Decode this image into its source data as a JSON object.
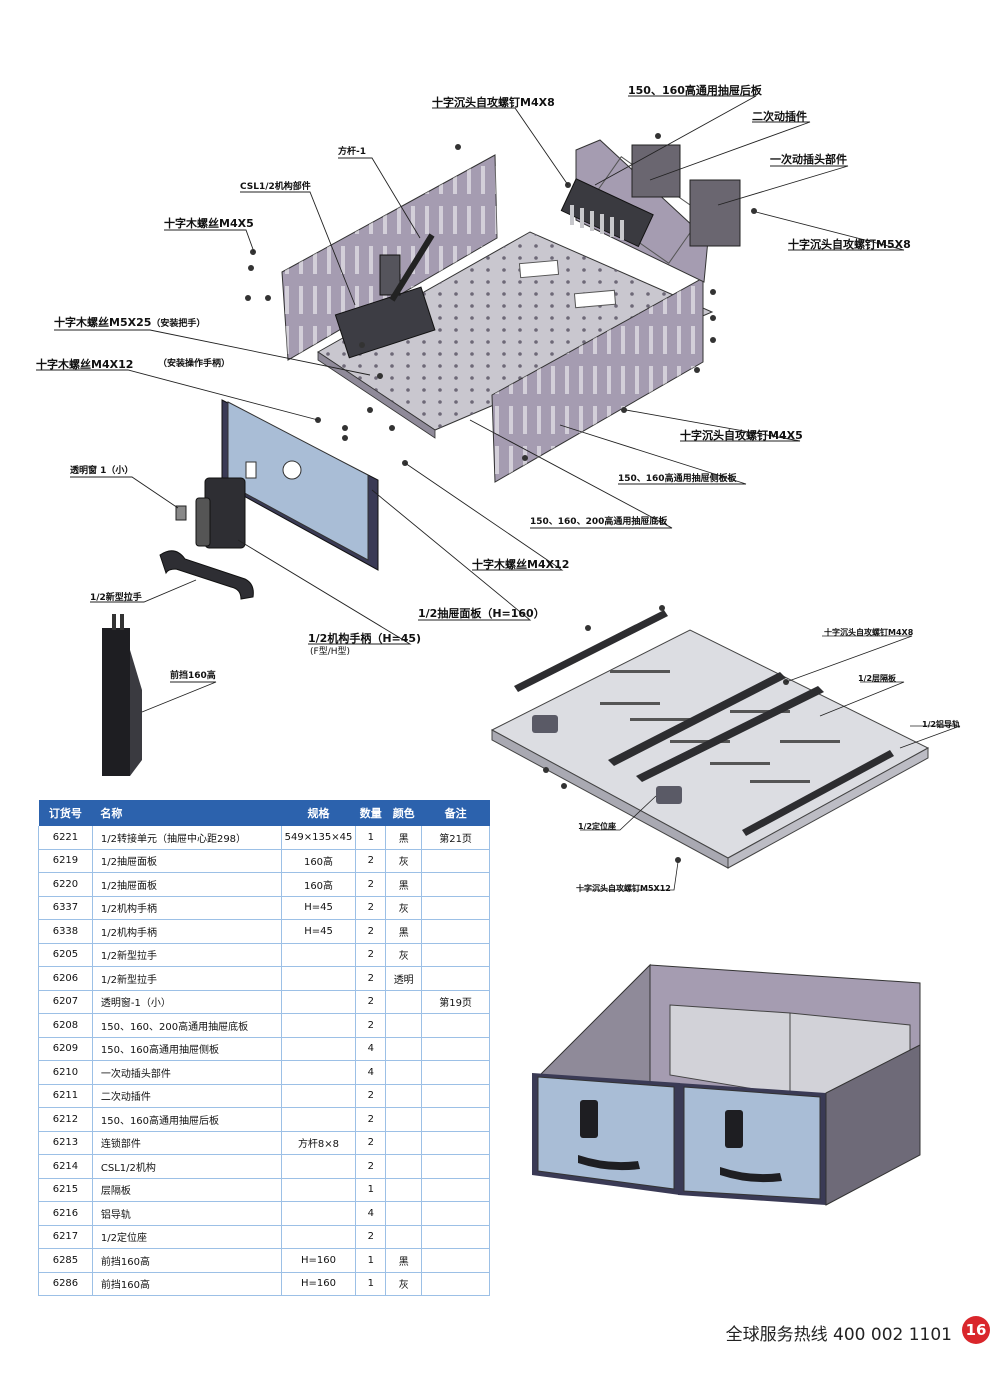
{
  "diagram_labels": {
    "screw_m4x8_top": "十字沉头自攻螺钉M4X8",
    "back_panel": "150、160高通用抽屉后板",
    "secondary_plugin": "二次动插件",
    "primary_plug": "一次动插头部件",
    "bar_1": "方杆-1",
    "csl_mech": "CSL1/2机构部件",
    "wood_screw_m4x5": "十字木螺丝M4X5",
    "screw_m5x8": "十字沉头自攻螺钉M5X8",
    "wood_screw_m5x25": "十字木螺丝M5X25",
    "m5x25_note": "（安装把手）",
    "wood_screw_m4x12_left": "十字木螺丝M4X12",
    "m4x12_note": "（安装操作手柄）",
    "screw_m4x5": "十字沉头自攻螺钉M4X5",
    "window": "透明窗 1（小）",
    "side_panel": "150、160高通用抽屉侧板板",
    "bottom_panel": "150、160、200高通用抽屉底板",
    "wood_screw_m4x12_right": "十字木螺丝M4X12",
    "new_handle": "1/2新型拉手",
    "drawer_panel": "1/2抽屉面板（H=160）",
    "mech_handle": "1/2机构手柄（H=45)",
    "mech_handle_type": "(F型/H型)",
    "front_stop": "前挡160高",
    "sub_screw_m4x8": "十字沉头自攻螺钉M4X8",
    "sub_partition": "1/2层隔板",
    "sub_rail": "1/2铝导轨",
    "sub_locator": "1/2定位座",
    "sub_screw_m5x12": "十字沉头自攻螺钉M5X12"
  },
  "table": {
    "headers": [
      "订货号",
      "名称",
      "规格",
      "数量",
      "颜色",
      "备注"
    ],
    "rows": [
      [
        "6221",
        "1/2转接单元（抽屉中心距298）",
        "549×135×45",
        "1",
        "黑",
        "第21页"
      ],
      [
        "6219",
        "1/2抽屉面板",
        "160高",
        "2",
        "灰",
        ""
      ],
      [
        "6220",
        "1/2抽屉面板",
        "160高",
        "2",
        "黑",
        ""
      ],
      [
        "6337",
        "1/2机构手柄",
        "H=45",
        "2",
        "灰",
        ""
      ],
      [
        "6338",
        "1/2机构手柄",
        "H=45",
        "2",
        "黑",
        ""
      ],
      [
        "6205",
        "1/2新型拉手",
        "",
        "2",
        "灰",
        ""
      ],
      [
        "6206",
        "1/2新型拉手",
        "",
        "2",
        "透明",
        ""
      ],
      [
        "6207",
        "透明窗-1（小）",
        "",
        "2",
        "",
        "第19页"
      ],
      [
        "6208",
        "150、160、200高通用抽屉底板",
        "",
        "2",
        "",
        ""
      ],
      [
        "6209",
        "150、160高通用抽屉侧板",
        "",
        "4",
        "",
        ""
      ],
      [
        "6210",
        "一次动插头部件",
        "",
        "4",
        "",
        ""
      ],
      [
        "6211",
        "二次动插件",
        "",
        "2",
        "",
        ""
      ],
      [
        "6212",
        "150、160高通用抽屉后板",
        "",
        "2",
        "",
        ""
      ],
      [
        "6213",
        "连锁部件",
        "方杆8×8",
        "2",
        "",
        ""
      ],
      [
        "6214",
        "CSL1/2机构",
        "",
        "2",
        "",
        ""
      ],
      [
        "6215",
        "层隔板",
        "",
        "1",
        "",
        ""
      ],
      [
        "6216",
        "铝导轨",
        "",
        "4",
        "",
        ""
      ],
      [
        "6217",
        "1/2定位座",
        "",
        "2",
        "",
        ""
      ],
      [
        "6285",
        "前挡160高",
        "H=160",
        "1",
        "黑",
        ""
      ],
      [
        "6286",
        "前挡160高",
        "H=160",
        "1",
        "灰",
        ""
      ]
    ]
  },
  "footer": {
    "hotline": "全球服务热线  400 002 1101",
    "page": "16"
  },
  "colors": {
    "table_header": "#2c62ad",
    "table_border": "#9cc0e6",
    "page_badge": "#d9262b",
    "panel_metal": "#a59cb1",
    "front_panel": "#a9bdd6"
  }
}
